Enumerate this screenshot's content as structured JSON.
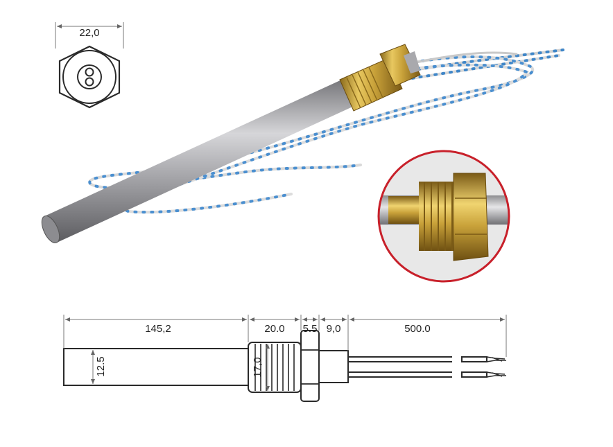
{
  "end_view": {
    "hex_width_label": "22,0"
  },
  "drawing": {
    "labels": {
      "tube_length": "145,2",
      "tube_diameter": "12.5",
      "thread_length": "20.0",
      "thread_diameter": "17,0",
      "hex_thickness": "5.5",
      "collar_length": "9,0",
      "lead_length": "500.0"
    }
  },
  "colors": {
    "line": "#2a2a2a",
    "dimension": "#777777",
    "detail_ring": "#c8202a",
    "brass": "#c9a23a",
    "steel": "#a9a9ad"
  },
  "photo": {
    "component": "cartridge heater with brass threaded fitting and two fiberglass-insulated leads"
  }
}
